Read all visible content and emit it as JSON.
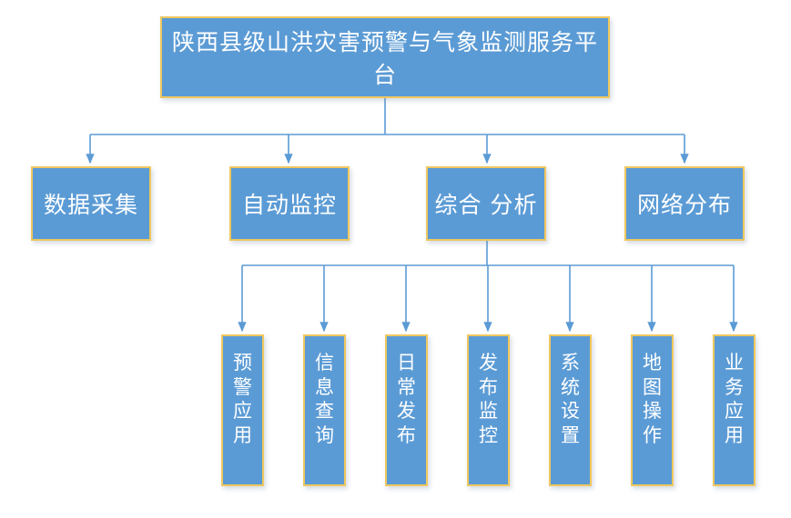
{
  "diagram": {
    "type": "organizational-hierarchy",
    "colors": {
      "node_fill": "#5B9BD5",
      "node_border": "#EFC75E",
      "node_text": "#FFFFFF",
      "connector": "#5B9BD5",
      "background": "#FFFFFF"
    },
    "root": {
      "label": "陕西县级山洪灾害预警与气象监测服务平台"
    },
    "level2": [
      {
        "label": "数据采集"
      },
      {
        "label": "自动监控"
      },
      {
        "label": "综合 分析"
      },
      {
        "label": "网络分布"
      }
    ],
    "level3_parent": "综合 分析",
    "level3": [
      {
        "label": "预警应用"
      },
      {
        "label": "信息查询"
      },
      {
        "label": "日常发布"
      },
      {
        "label": "发布监控"
      },
      {
        "label": "系统设置"
      },
      {
        "label": "地图操作"
      },
      {
        "label": "业务应用"
      }
    ]
  }
}
